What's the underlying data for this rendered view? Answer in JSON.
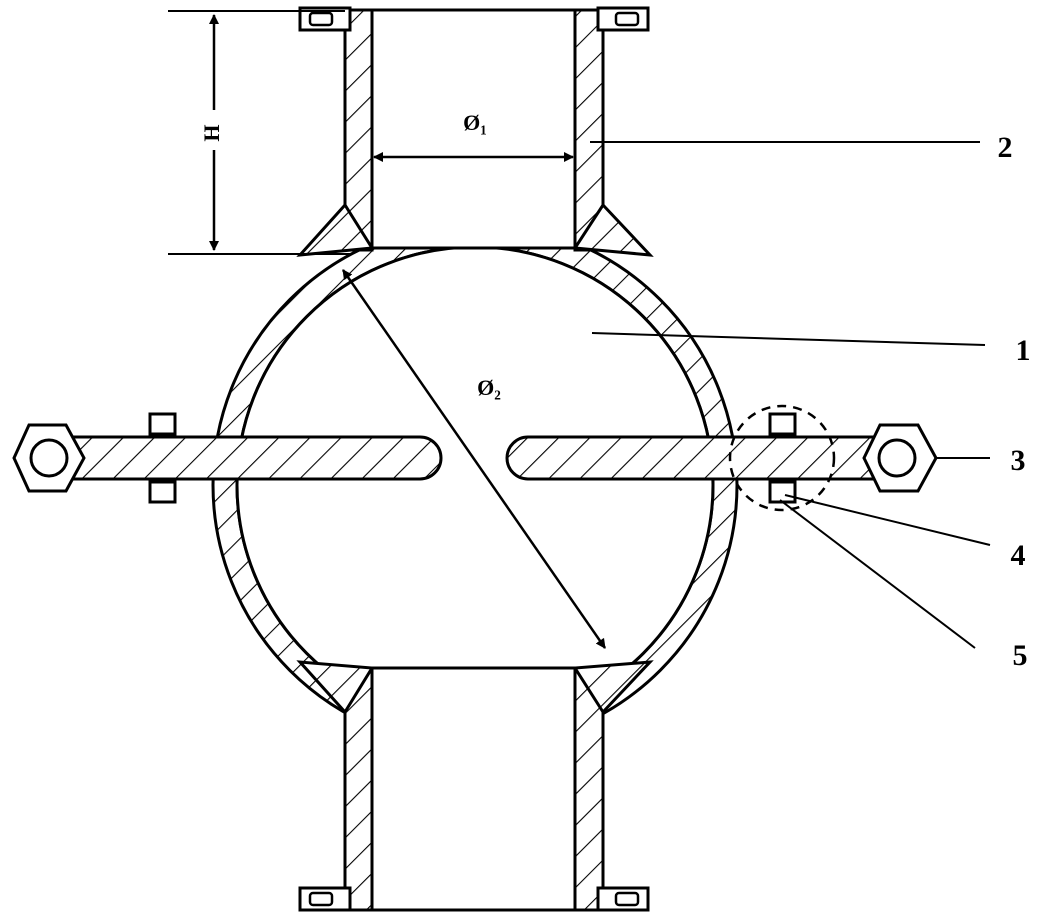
{
  "labels": {
    "body": "1",
    "pipe": "2",
    "electrode": "3",
    "seal": "4",
    "nut": "5"
  },
  "dimensions": {
    "height": "H",
    "pipe_diameter": "Ø₁",
    "sphere_diameter": "Ø₂"
  }
}
